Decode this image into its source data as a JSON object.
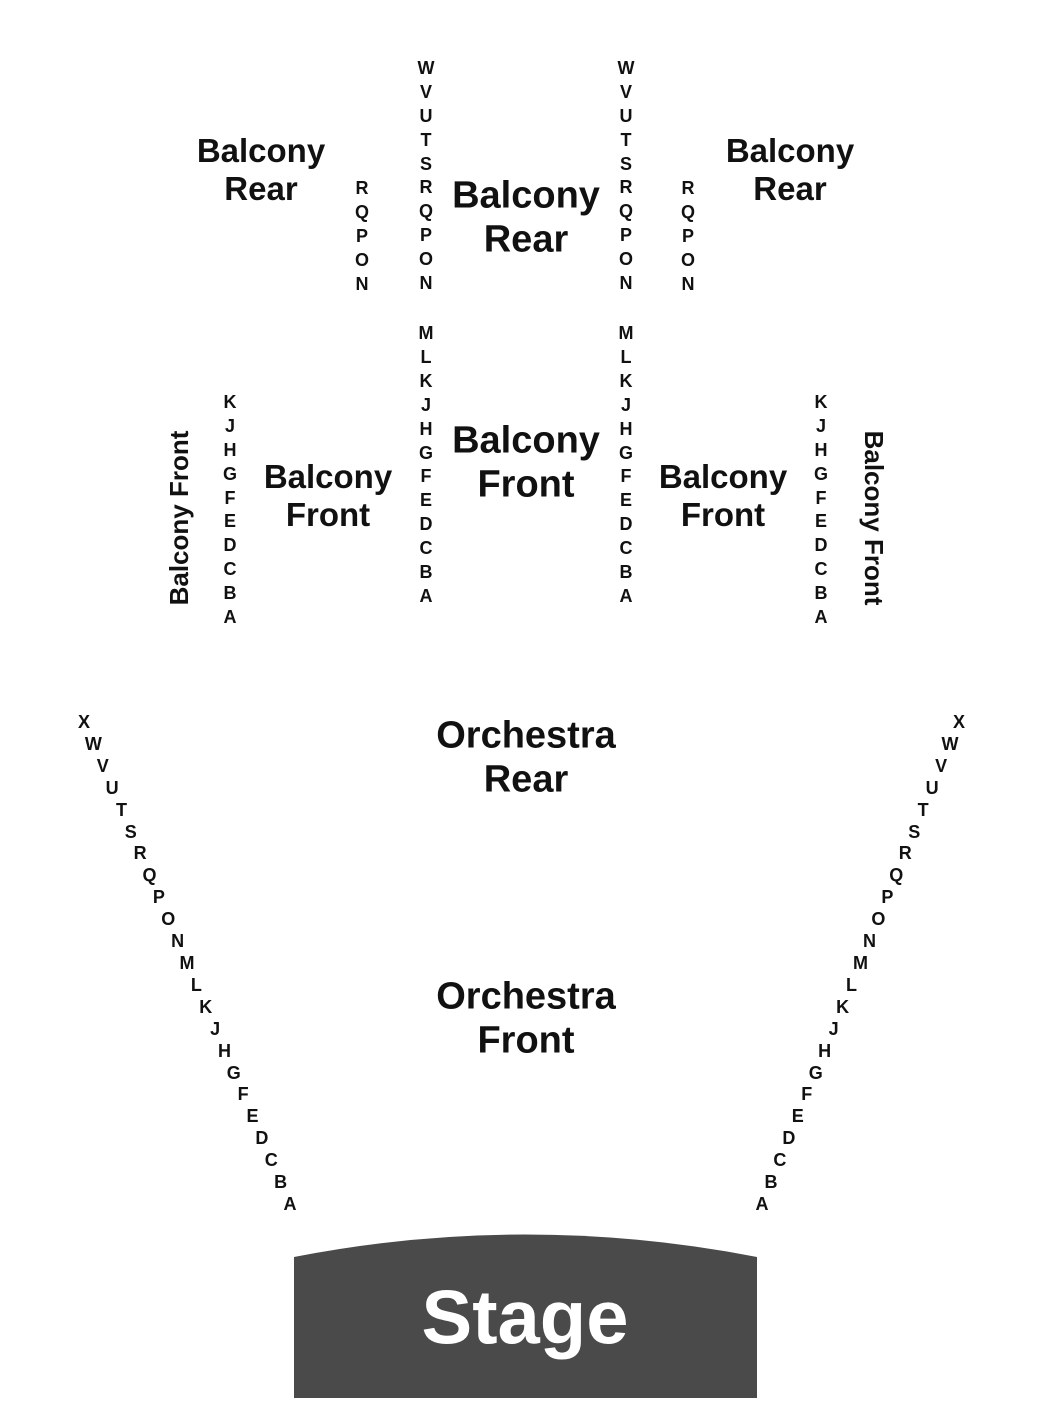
{
  "sections": {
    "balcony_rear_left": "Balcony\nRear",
    "balcony_rear_center": "Balcony\nRear",
    "balcony_rear_right": "Balcony\nRear",
    "balcony_front_far_left": "Balcony Front",
    "balcony_front_left": "Balcony\nFront",
    "balcony_front_center": "Balcony\nFront",
    "balcony_front_right": "Balcony\nFront",
    "balcony_front_far_right": "Balcony Front",
    "orchestra_rear": "Orchestra\nRear",
    "orchestra_front": "Orchestra\nFront"
  },
  "stage": {
    "label": "Stage",
    "color": "#4a4a4a"
  },
  "rows": {
    "balcony_rear_center_aisles": [
      "W",
      "V",
      "U",
      "T",
      "S",
      "R",
      "Q",
      "P",
      "O",
      "N"
    ],
    "balcony_rear_side_aisles": [
      "R",
      "Q",
      "P",
      "O",
      "N"
    ],
    "balcony_front_center_aisles": [
      "M",
      "L",
      "K",
      "J",
      "H",
      "G",
      "F",
      "E",
      "D",
      "C",
      "B",
      "A"
    ],
    "balcony_front_side_aisles": [
      "K",
      "J",
      "H",
      "G",
      "F",
      "E",
      "D",
      "C",
      "B",
      "A"
    ],
    "orchestra_side_aisles": [
      "X",
      "W",
      "V",
      "U",
      "T",
      "S",
      "R",
      "Q",
      "P",
      "O",
      "N",
      "M",
      "L",
      "K",
      "J",
      "H",
      "G",
      "F",
      "E",
      "D",
      "C",
      "B",
      "A"
    ]
  }
}
